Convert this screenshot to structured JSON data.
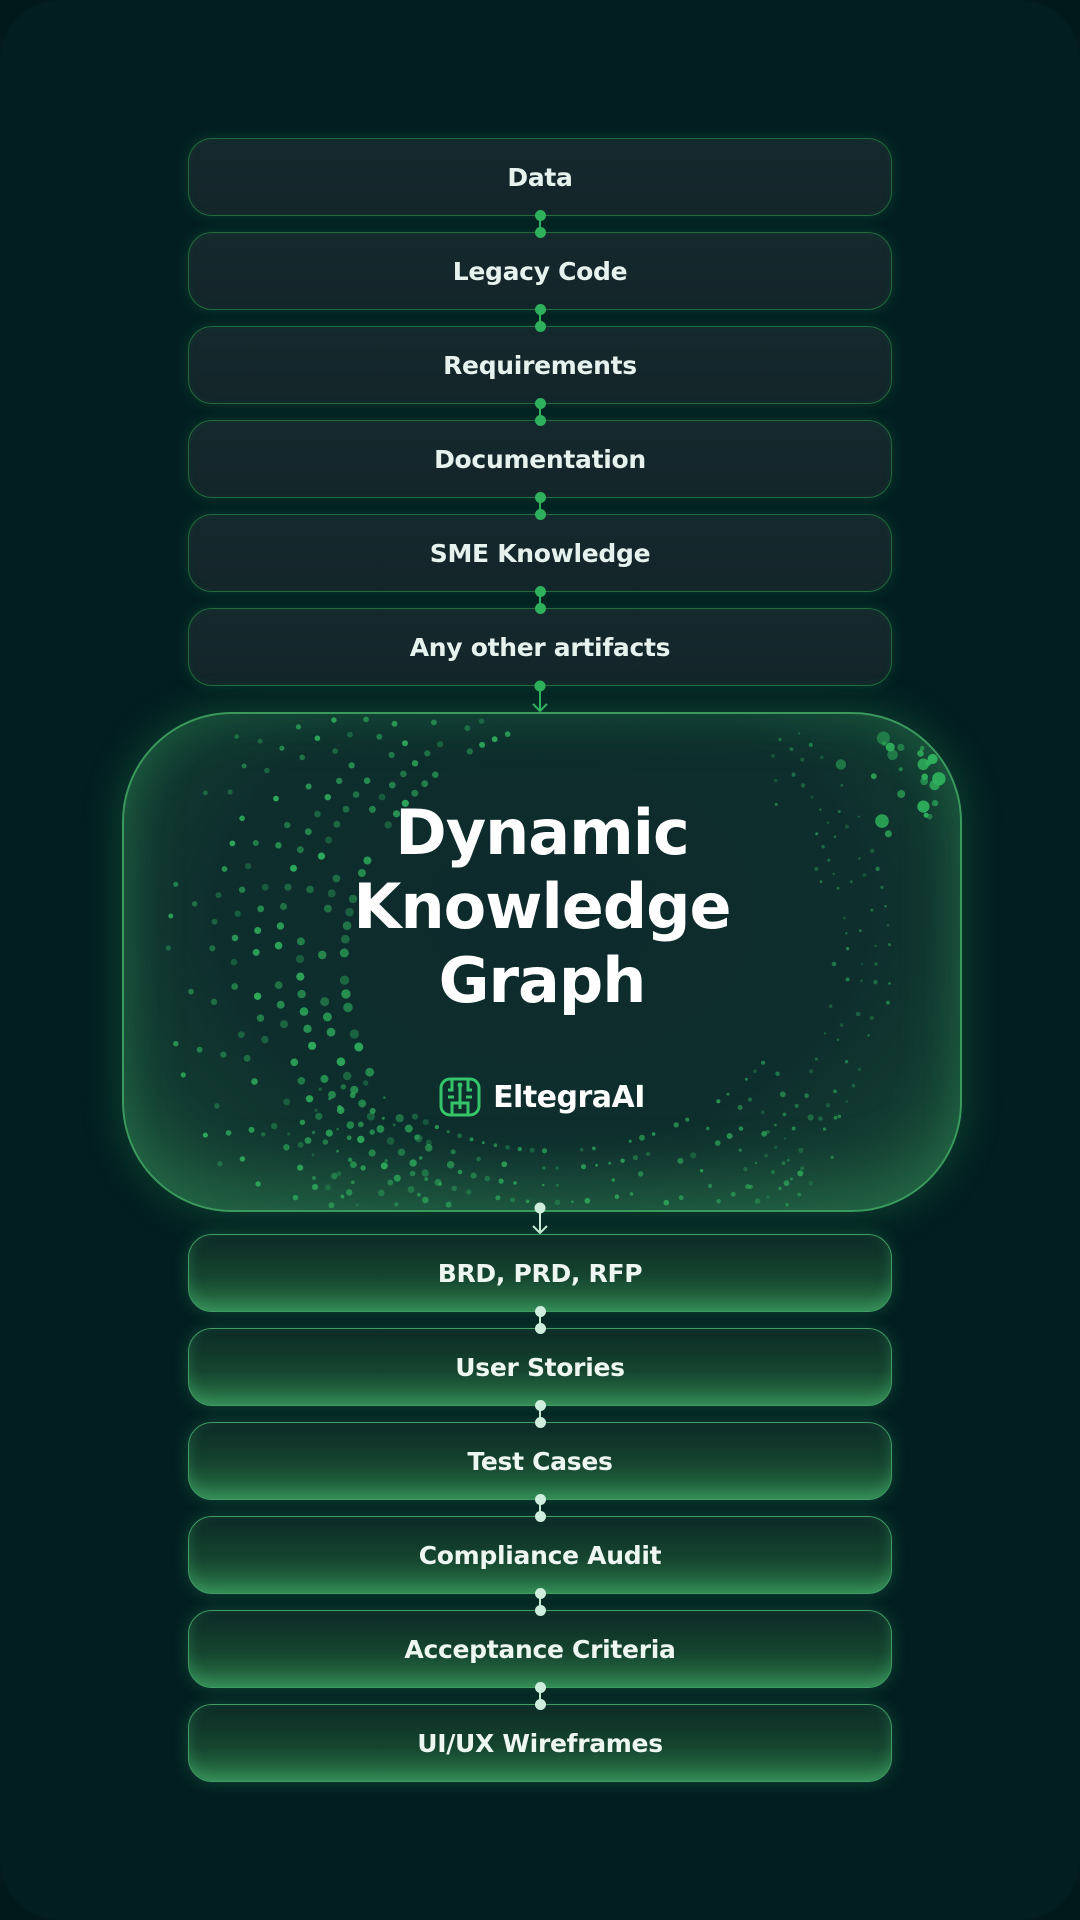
{
  "inputs": [
    "Data",
    "Legacy Code",
    "Requirements",
    "Documentation",
    "SME Knowledge",
    "Any other artifacts"
  ],
  "hub": {
    "title_lines": [
      "Dynamic",
      "Knowledge",
      "Graph"
    ],
    "brand": "EltegraAI",
    "logo_icon": "eltegra-logo-icon"
  },
  "outputs": [
    "BRD, PRD, RFP",
    "User Stories",
    "Test Cases",
    "Compliance Audit",
    "Acceptance Criteria",
    "UI/UX Wireframes"
  ],
  "colors": {
    "background": "#031e21",
    "accent_green": "#2fb05c",
    "input_border": "#1f6b3c",
    "output_border": "#3f9c63"
  }
}
